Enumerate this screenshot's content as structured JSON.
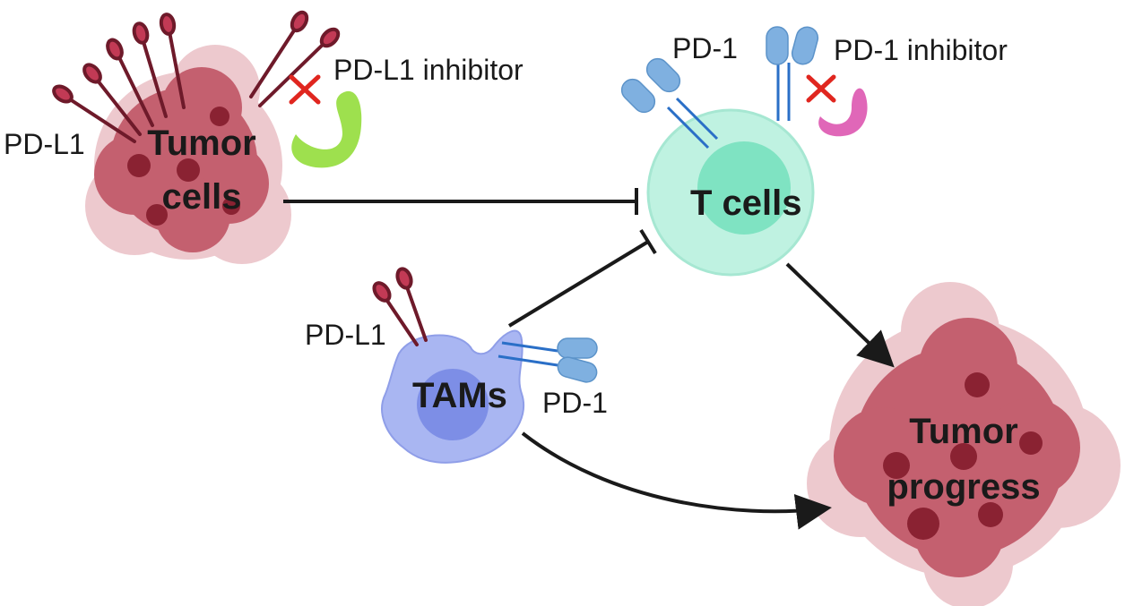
{
  "diagram": {
    "tumor_cells": {
      "label_line1": "Tumor",
      "label_line2": "cells",
      "receptor_label": "PD-L1"
    },
    "t_cells": {
      "label": "T cells",
      "receptor_label": "PD-1"
    },
    "tams": {
      "label": "TAMs",
      "ligand_label": "PD-L1",
      "receptor_label": "PD-1"
    },
    "tumor_progress": {
      "label_line1": "Tumor",
      "label_line2": "progress"
    },
    "inhibitors": {
      "pdl1": "PD-L1 inhibitor",
      "pd1": "PD-1 inhibitor"
    },
    "edges": [
      {
        "from": "Tumor cells",
        "to": "T cells",
        "type": "inhibition"
      },
      {
        "from": "TAMs",
        "to": "T cells",
        "type": "inhibition"
      },
      {
        "from": "T cells",
        "to": "Tumor progress",
        "type": "activation"
      },
      {
        "from": "TAMs",
        "to": "Tumor progress",
        "type": "activation"
      }
    ],
    "colors": {
      "tumor": "#c4606f",
      "tumor_dark": "#8a2232",
      "ligand": "#6e1a2a",
      "tcell_outer": "#bff2e1",
      "tcell_inner": "#7fe3c2",
      "tam": "#a9b6f2",
      "tam_nucleus": "#7d8ee6",
      "pd1": "#7fb0e0",
      "pdl1_inhibitor": "#9ee04e",
      "pd1_inhibitor": "#e067b8",
      "block_x": "#e0261f"
    }
  }
}
